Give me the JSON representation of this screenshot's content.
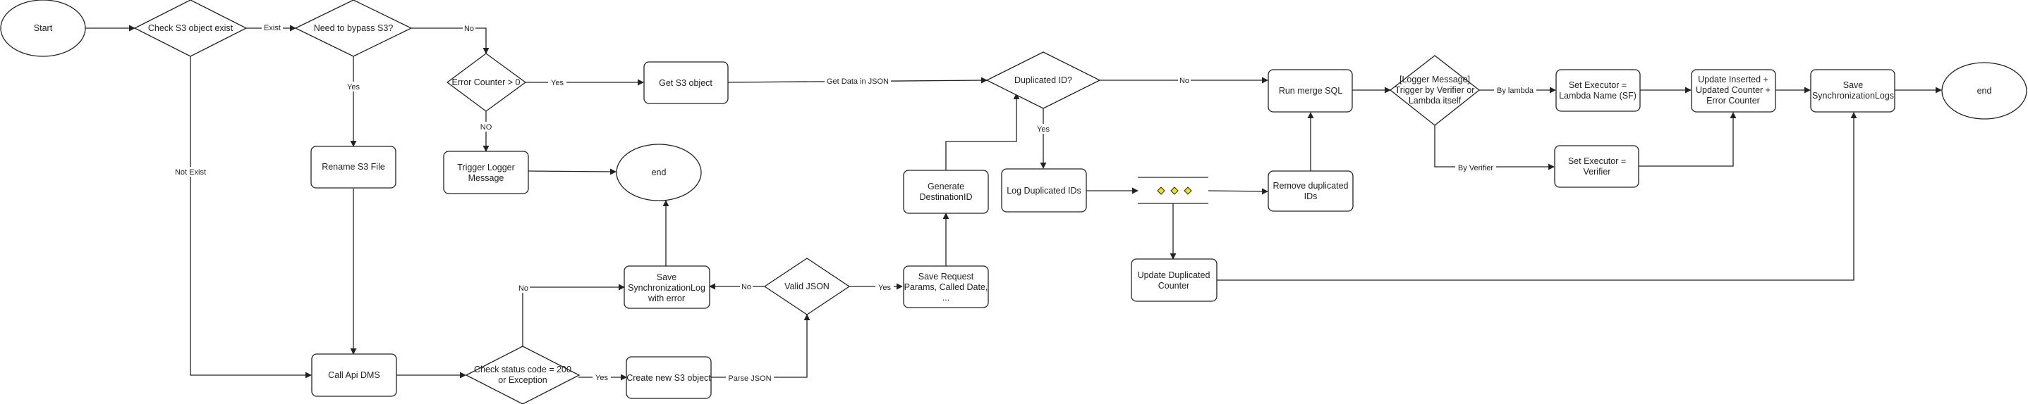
{
  "nodes": {
    "start": "Start",
    "check_s3": "Check S3 object exist",
    "bypass_s3": "Need to bypass S3?",
    "error_counter": "Error Counter > 0",
    "get_s3_object": "Get S3 object",
    "duplicated_id": "Duplicated ID?",
    "run_merge_sql": "Run merge SQL",
    "logger_message": [
      "[Logger Message]",
      "Trigger by Verifier or",
      "Lambda itself"
    ],
    "set_executor_lambda": [
      "Set Executor =",
      "Lambda Name (SF)"
    ],
    "update_counters": [
      "Update Inserted +",
      "Updated Counter +",
      "Error Counter"
    ],
    "save_sync_logs": [
      "Save",
      "SynchronizationLogs"
    ],
    "end_right": "end",
    "rename_s3": "Rename S3 File",
    "trigger_logger": [
      "Trigger Logger",
      "Message"
    ],
    "end_middle": "end",
    "generate_dest_id": [
      "Generate",
      "DestinationID"
    ],
    "log_duplicated": "Log Duplicated IDs",
    "remove_duplicated": [
      "Remove duplicated",
      "IDs"
    ],
    "set_executor_verifier": [
      "Set Executor =",
      "Verifier"
    ],
    "update_dup_counter": [
      "Update Duplicated",
      "Counter"
    ],
    "save_sync_log_error": [
      "Save",
      "SynchronizationLog",
      "with error"
    ],
    "valid_json": "Valid JSON",
    "save_request": [
      "Save Request",
      "Params, Called Date,",
      "..."
    ],
    "call_api": "Call Api DMS",
    "check_status": [
      "Check status code = 200",
      "or Exception"
    ],
    "create_s3": "Create new S3 object"
  },
  "edge_labels": {
    "exist": "Exist",
    "no_bypass": "No",
    "yes_bypass": "Yes",
    "not_exist": "Not Exist",
    "yes_error": "Yes",
    "no_error": "NO",
    "get_data_json": "Get Data in JSON",
    "no_dup": "No",
    "yes_dup": "Yes",
    "by_lambda": "By lambda",
    "by_verifier": "By Verifier",
    "no_status": "No",
    "yes_status": "Yes",
    "parse_json": "Parse JSON",
    "no_valid": "No",
    "yes_valid": "Yes"
  },
  "colors": {
    "stroke": "#222222",
    "fill": "#ffffff",
    "marker_fill": "#f2e600"
  }
}
